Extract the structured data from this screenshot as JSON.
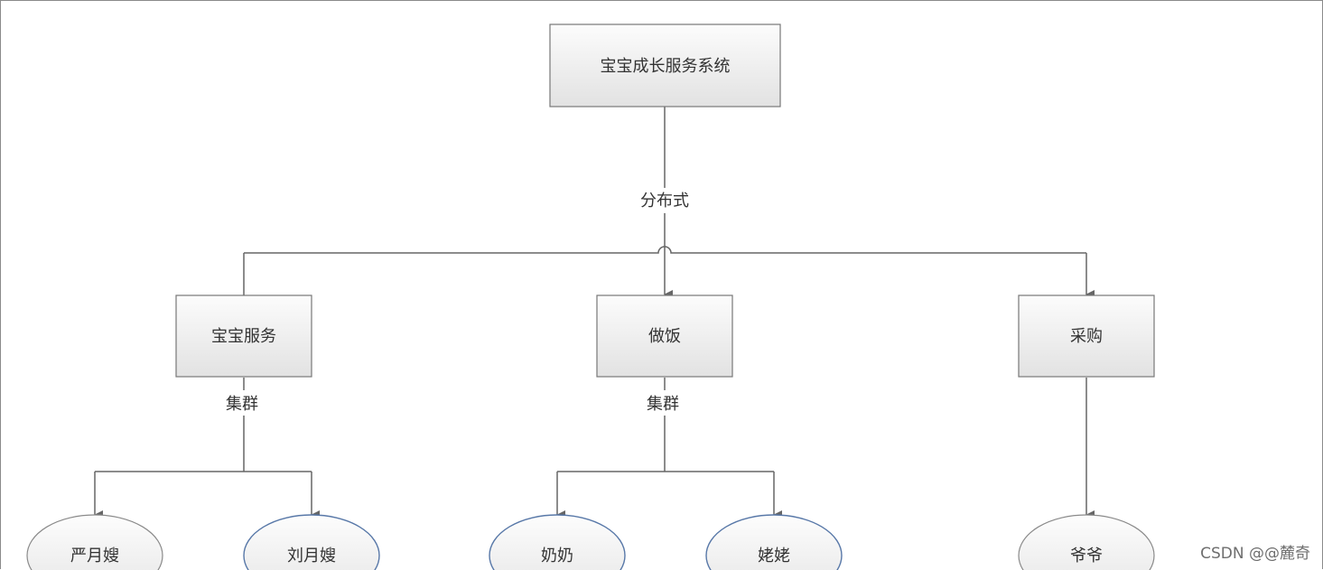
{
  "nodes": {
    "root": "宝宝成长服务系统",
    "baby_service": "宝宝服务",
    "cooking": "做饭",
    "purchasing": "采购",
    "yan_yuesao": "严月嫂",
    "liu_yuesao": "刘月嫂",
    "nainai": "奶奶",
    "laolao": "姥姥",
    "yeye": "爷爷"
  },
  "edge_labels": {
    "distributed": "分布式",
    "cluster_left": "集群",
    "cluster_middle": "集群"
  },
  "watermark": "CSDN @@麓奇",
  "colors": {
    "box_fill_top": "#fcfcfc",
    "box_fill_bottom": "#e2e2e2",
    "box_stroke": "#777777",
    "ellipse_stroke_blue": "#5878a8",
    "ellipse_stroke_gray": "#8a8a8a",
    "line": "#666666"
  }
}
